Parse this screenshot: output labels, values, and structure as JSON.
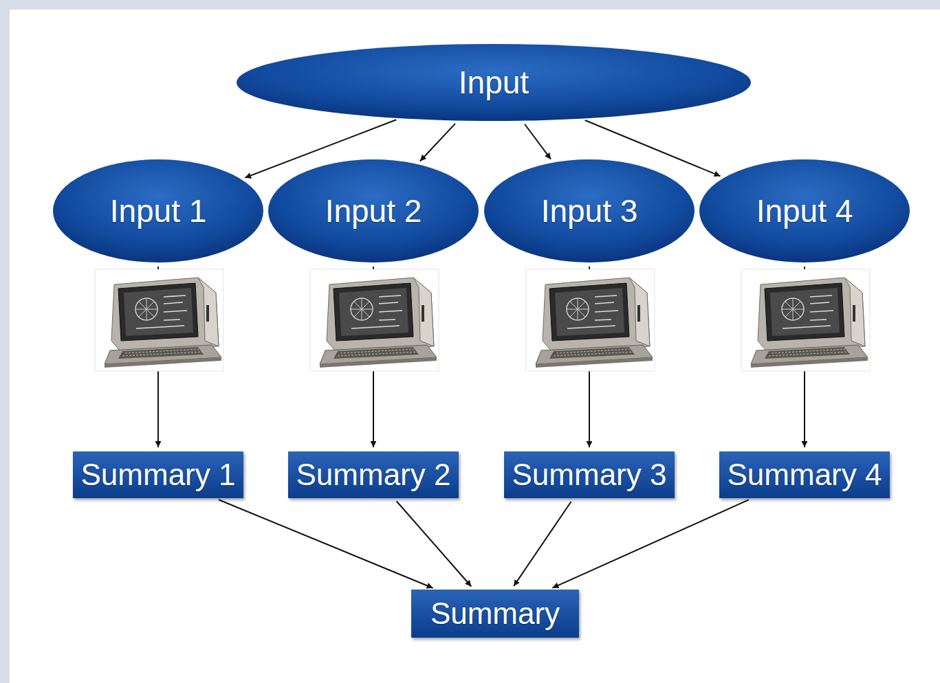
{
  "diagram": {
    "nodes": [
      {
        "text": [
          "Input"
        ]
      },
      {
        "text": [
          "Input 1"
        ]
      },
      {
        "text": [
          "Input 2"
        ]
      },
      {
        "text": [
          "Input 3"
        ]
      },
      {
        "text": [
          "Input 4"
        ]
      },
      {
        "text": [
          "Summary 1"
        ]
      },
      {
        "text": [
          "Summary 2"
        ]
      },
      {
        "text": [
          "Summary 3"
        ]
      },
      {
        "text": [
          "Summary 4"
        ]
      },
      {
        "text": [
          "Summary"
        ]
      }
    ],
    "edges": [
      {
        "from": 0,
        "to": 1,
        "arrow": "to"
      },
      {
        "from": 0,
        "to": 2,
        "arrow": "to"
      },
      {
        "from": 0,
        "to": 3,
        "arrow": "to"
      },
      {
        "from": 0,
        "to": 4,
        "arrow": "to"
      },
      {
        "from": 1,
        "to": 5,
        "arrow": "to"
      },
      {
        "from": 2,
        "to": 6,
        "arrow": "to"
      },
      {
        "from": 3,
        "to": 7,
        "arrow": "to"
      },
      {
        "from": 4,
        "to": 8,
        "arrow": "to"
      },
      {
        "from": 5,
        "to": 9,
        "arrow": "to"
      },
      {
        "from": 6,
        "to": 9,
        "arrow": "to"
      },
      {
        "from": 7,
        "to": 9,
        "arrow": "to"
      },
      {
        "from": 8,
        "to": 9,
        "arrow": "to"
      }
    ]
  }
}
